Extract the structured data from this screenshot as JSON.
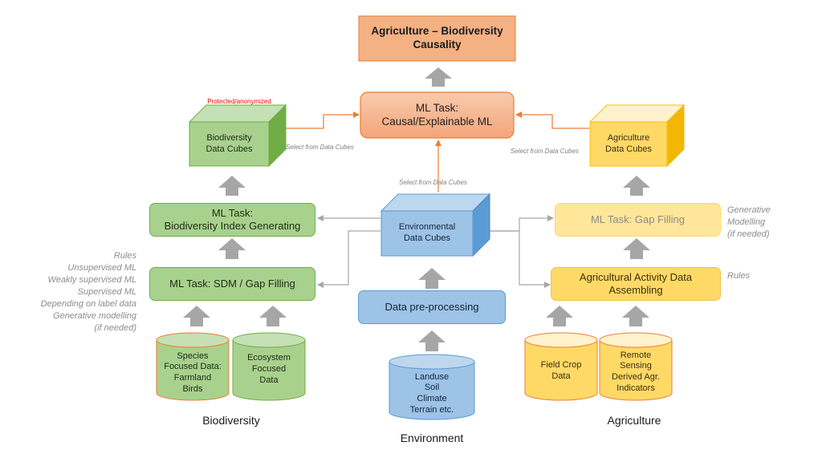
{
  "top_goal": {
    "line1": "Agriculture – Biodiversity",
    "line2": "Causality"
  },
  "causal_task": {
    "line1": "ML Task:",
    "line2": "Causal/Explainable ML"
  },
  "protected_label": "Protected/anonymized",
  "cubes": {
    "biodiversity": {
      "line1": "Biodiversity",
      "line2": "Data Cubes"
    },
    "agriculture": {
      "line1": "Agriculture",
      "line2": "Data Cubes"
    },
    "environmental": {
      "line1": "Environmental",
      "line2": "Data Cubes"
    }
  },
  "select_labels": {
    "left": "Select from Data Cubes",
    "center": "Select from Data Cubes",
    "right": "Select from Data Cubes"
  },
  "biodiversity_index_task": {
    "line1": "ML Task:",
    "line2": "Biodiversity Index Generating"
  },
  "sdm_task": "ML Task: SDM / Gap Filling",
  "gap_filling_task": "ML Task: Gap Filling",
  "assembling_task": {
    "line1": "Agricultural Activity Data",
    "line2": "Assembling"
  },
  "preprocessing": "Data pre-processing",
  "left_notes": [
    "Rules",
    "Unsupervised ML",
    "Weakly supervised ML",
    "Supervised ML",
    "Depending on label data",
    "Generative modelling",
    "(if needed)"
  ],
  "right_note_generative": [
    "Generative",
    "Modelling",
    "(if needed)"
  ],
  "right_note_rules": "Rules",
  "cylinders": {
    "species": [
      "Species",
      "Focused Data:",
      "Farmland",
      "Birds"
    ],
    "ecosystem": [
      "Ecosystem",
      "Focused",
      "Data"
    ],
    "environment": [
      "Landuse",
      "Soil",
      "Climate",
      "Terrain etc."
    ],
    "field_crop": [
      "Field Crop",
      "Data"
    ],
    "remote_sensing": [
      "Remote",
      "Sensing",
      "Derived Agr.",
      "Indicators"
    ]
  },
  "captions": {
    "biodiversity": "Biodiversity",
    "environment": "Environment",
    "agriculture": "Agriculture"
  },
  "colors": {
    "orange": "#f4b183",
    "green": "#a9d18e",
    "yellow": "#ffd966",
    "blue": "#9dc3e6",
    "red_label": "#ff0000",
    "arrow_gray": "#a6a6a6"
  }
}
